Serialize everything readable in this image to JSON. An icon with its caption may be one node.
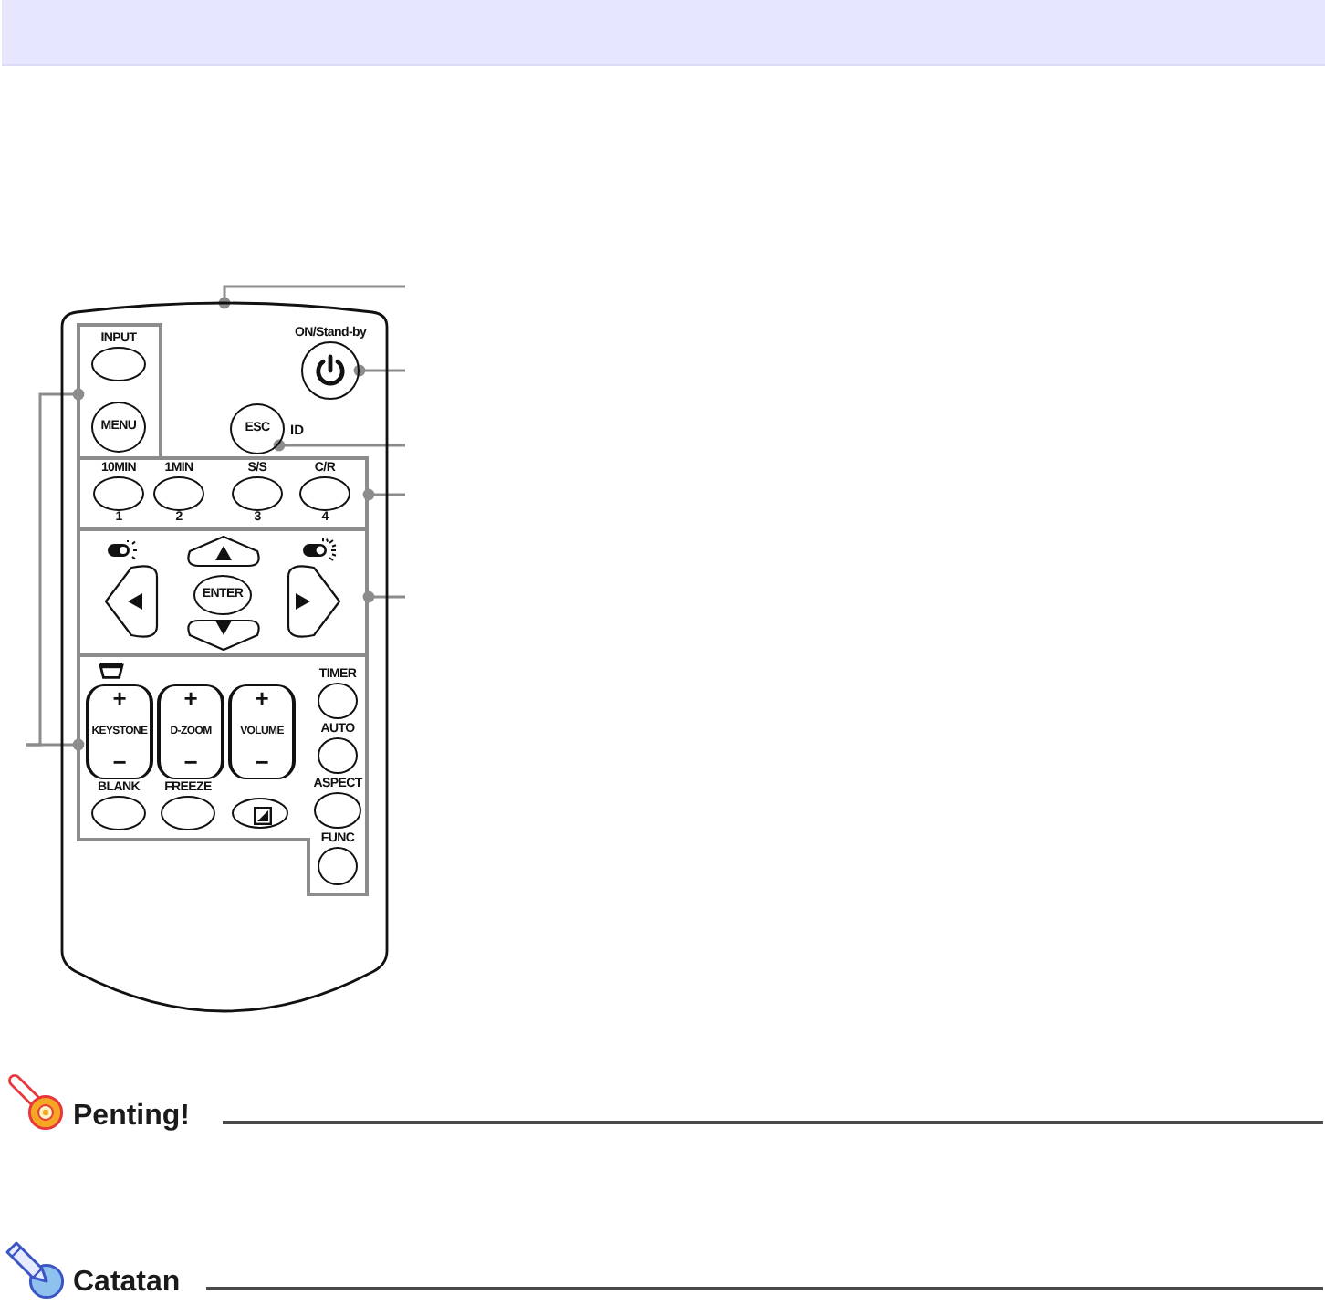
{
  "diagram": {
    "nodes": [
      {
        "text": [],
        "shape": "box"
      },
      {
        "text": [],
        "shape": "box",
        "in": 0
      },
      {
        "text": [
          "INPUT"
        ],
        "in": 1
      },
      {
        "text": [
          "MENU"
        ],
        "in": 1
      },
      {
        "text": [
          "ON/Stand-by"
        ],
        "in": 0
      },
      {
        "text": [
          "ESC"
        ],
        "beside": [
          "ID"
        ],
        "in": 0
      },
      {
        "text": [],
        "shape": "box",
        "in": 0
      },
      {
        "text": [
          "10MIN",
          "1"
        ],
        "in": 6
      },
      {
        "text": [
          "1MIN",
          "2"
        ],
        "in": 6
      },
      {
        "text": [
          "S/S",
          "3"
        ],
        "in": 6
      },
      {
        "text": [
          "C/R",
          "4"
        ],
        "in": 6
      },
      {
        "text": [],
        "shape": "box",
        "in": 0
      },
      {
        "text": [],
        "shape": "pentagon",
        "in": 11
      },
      {
        "text": [],
        "shape": "pentagon",
        "in": 11
      },
      {
        "text": [
          "ENTER"
        ],
        "in": 11
      },
      {
        "text": [],
        "shape": "pentagon",
        "in": 11
      },
      {
        "text": [],
        "shape": "pentagon",
        "in": 11
      },
      {
        "text": [],
        "shape": "box",
        "in": 0
      },
      {
        "text": [
          "+",
          "KEYSTONE",
          "−"
        ],
        "in": 17
      },
      {
        "text": [
          "+",
          "D-ZOOM",
          "−"
        ],
        "in": 17
      },
      {
        "text": [
          "+",
          "VOLUME",
          "−"
        ],
        "in": 17
      },
      {
        "text": [
          "TIMER"
        ],
        "in": 17
      },
      {
        "text": [
          "AUTO"
        ],
        "in": 17
      },
      {
        "text": [
          "BLANK"
        ],
        "in": 17
      },
      {
        "text": [
          "FREEZE"
        ],
        "in": 17
      },
      {
        "text": [],
        "shape": "circle",
        "in": 17
      },
      {
        "text": [
          "ASPECT"
        ],
        "in": 17
      },
      {
        "text": [
          "FUNC"
        ],
        "in": 17
      }
    ],
    "edges": [
      {
        "from": null,
        "to": 0,
        "arrow": "other"
      },
      {
        "from": null,
        "to": 4,
        "arrow": "other"
      },
      {
        "from": null,
        "to": 5,
        "arrow": "other"
      },
      {
        "from": null,
        "to": 6,
        "arrow": "other"
      },
      {
        "from": null,
        "to": 11,
        "arrow": "other"
      },
      {
        "from": null,
        "to": 1,
        "arrow": "other"
      },
      {
        "from": null,
        "to": 17,
        "arrow": "other"
      }
    ],
    "labels": [
      "Penting!",
      "Catatan"
    ]
  }
}
